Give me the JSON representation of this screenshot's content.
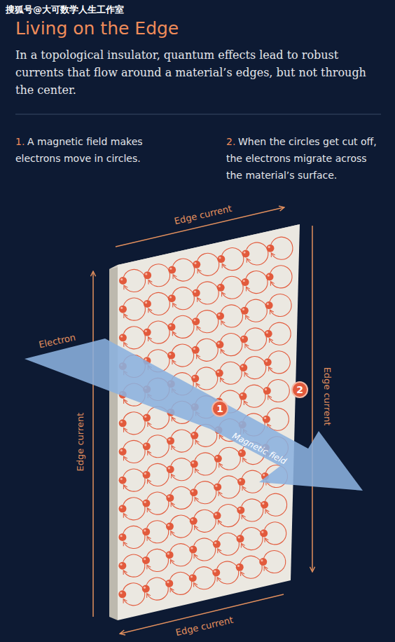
{
  "diagram": {
    "title": "Living on the Edge",
    "nodes": [
      {
        "text": [
          "1"
        ]
      },
      {
        "text": [
          "2"
        ]
      }
    ],
    "labels": [
      "搜狐号@大可数学人生工作室",
      "In a topological insulator, quantum effects lead to robust currents that flow around a material’s edges, but not through the center.",
      "1.",
      "A magnetic field makes electrons move in circles.",
      "2.",
      "When the circles get cut off, the electrons migrate across the material’s surface.",
      "Edge current",
      "Edge current",
      "Edge current",
      "Edge current",
      "Electron",
      "Magnetic field"
    ]
  }
}
